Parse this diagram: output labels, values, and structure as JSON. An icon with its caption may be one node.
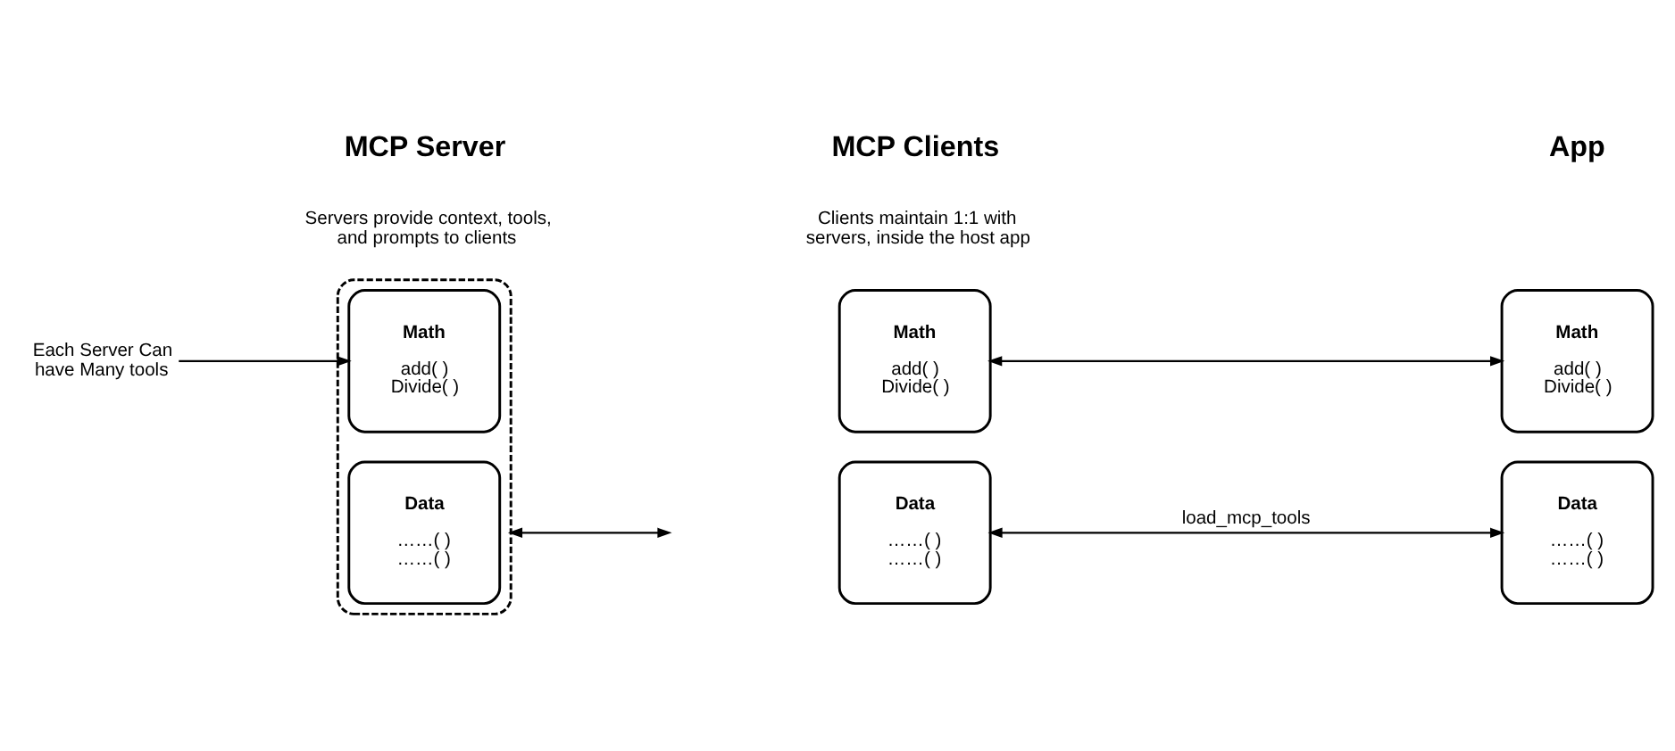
{
  "diagram": {
    "nodes": [
      {
        "text": [],
        "shape": "box"
      },
      {
        "text": [
          "Math",
          "add( ) Divide( )"
        ],
        "in": 0
      },
      {
        "text": [
          "Data",
          "……( ) ……( )"
        ],
        "in": 0
      },
      {
        "text": [
          "Math",
          "add( ) Divide( )"
        ]
      },
      {
        "text": [
          "Data",
          "……( ) ……( )"
        ]
      },
      {
        "text": [
          "Math",
          "add( ) Divide( )"
        ]
      },
      {
        "text": [
          "Data",
          "……( ) ……( )"
        ]
      },
      {
        "text": [
          "Each Server Can have Many tools"
        ]
      }
    ],
    "edges": [
      {
        "from": 7,
        "to": 1,
        "arrow": "to"
      },
      {
        "from": 0,
        "to": null,
        "arrow": "both"
      },
      {
        "from": 3,
        "to": 5,
        "arrow": "both"
      },
      {
        "from": 4,
        "to": 6,
        "arrow": "both",
        "label": "load_mcp_tools"
      }
    ],
    "labels": [
      "MCP Server",
      "MCP Clients",
      "App",
      "Servers provide context, tools, and prompts to clients",
      "Clients maintain 1:1 with servers, inside the host app"
    ]
  }
}
